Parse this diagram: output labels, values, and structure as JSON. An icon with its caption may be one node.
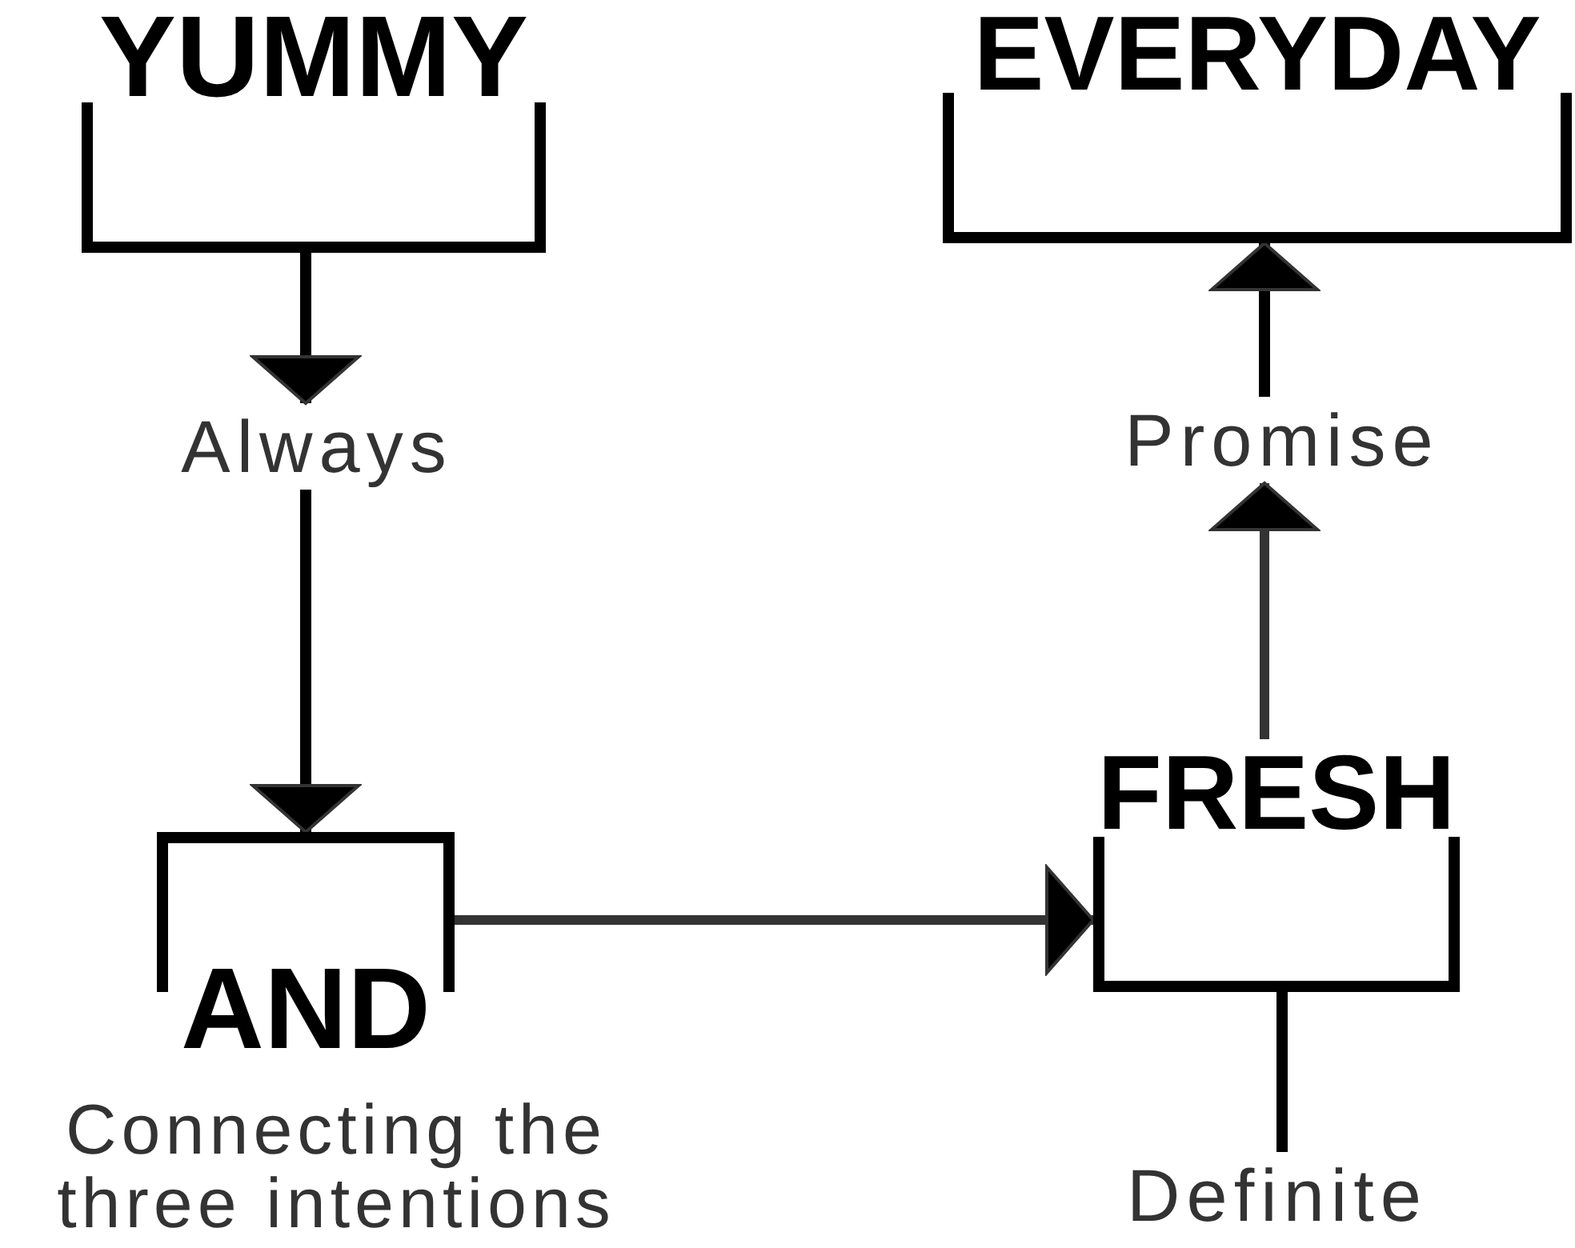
{
  "diagram": {
    "nodes": [
      {
        "text": [
          "YUMMY"
        ]
      },
      {
        "text": [
          "Always"
        ]
      },
      {
        "text": [
          "AND"
        ],
        "beside": [
          "Connecting the three intentions"
        ]
      },
      {
        "text": [
          "FRESH"
        ]
      },
      {
        "text": [
          "Definite"
        ]
      },
      {
        "text": [
          "Promise"
        ]
      },
      {
        "text": [
          "EVERYDAY"
        ]
      }
    ],
    "edges": [
      {
        "from": 0,
        "to": 1,
        "arrow": "to"
      },
      {
        "from": 1,
        "to": 2,
        "arrow": "to"
      },
      {
        "from": 2,
        "to": 3,
        "arrow": "to",
        "color": "#333333"
      },
      {
        "from": 3,
        "to": 5,
        "arrow": "to",
        "color": "#333333"
      },
      {
        "from": 3,
        "to": 4,
        "arrow": "none"
      },
      {
        "from": 5,
        "to": 6,
        "arrow": "to"
      }
    ]
  }
}
